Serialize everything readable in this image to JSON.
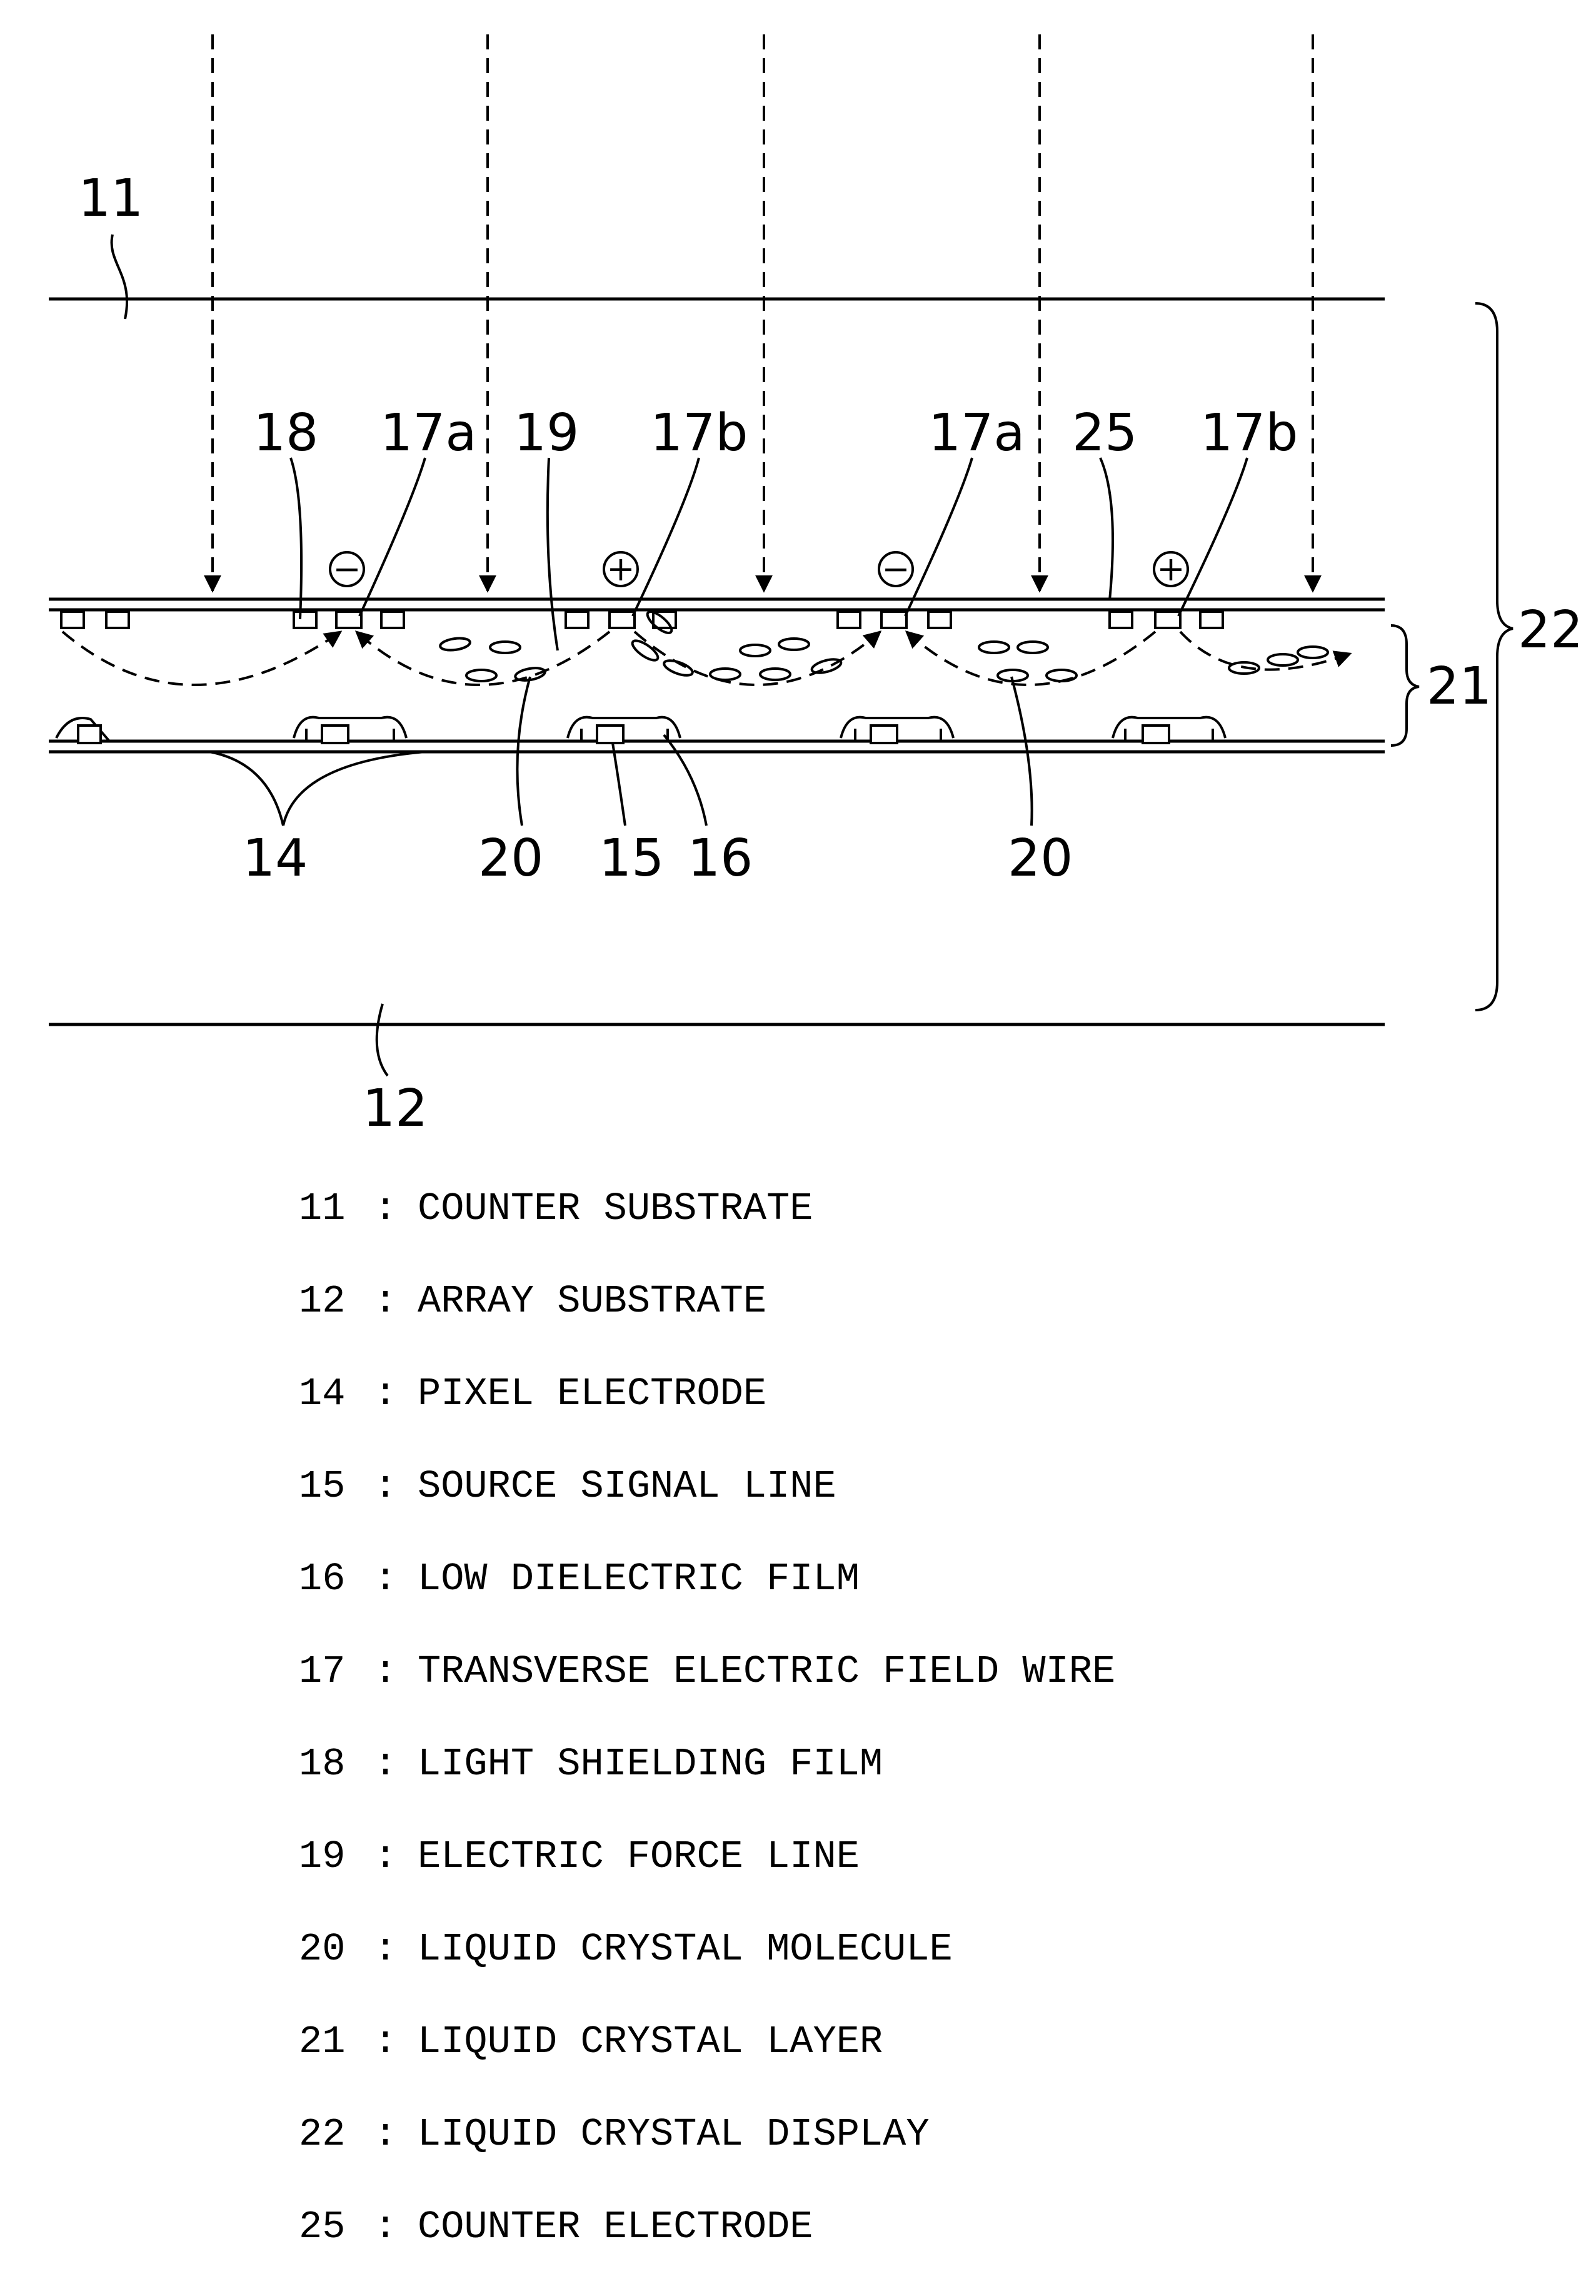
{
  "figure": {
    "reference_labels": {
      "r11": "11",
      "r12": "12",
      "r14": "14",
      "r15": "15",
      "r16": "16",
      "r17a_1": "17a",
      "r17a_2": "17a",
      "r17b_1": "17b",
      "r17b_2": "17b",
      "r18": "18",
      "r19": "19",
      "r20_1": "20",
      "r20_2": "20",
      "r21": "21",
      "r22": "22",
      "r25": "25"
    },
    "polarity_signs": {
      "minus": "−",
      "plus": "+"
    }
  },
  "legend": [
    {
      "code": "11",
      "sep": ":",
      "text": "COUNTER SUBSTRATE"
    },
    {
      "code": "12",
      "sep": ":",
      "text": "ARRAY SUBSTRATE"
    },
    {
      "code": "14",
      "sep": ":",
      "text": "PIXEL ELECTRODE"
    },
    {
      "code": "15",
      "sep": ":",
      "text": "SOURCE SIGNAL LINE"
    },
    {
      "code": "16",
      "sep": ":",
      "text": "LOW DIELECTRIC FILM"
    },
    {
      "code": "17",
      "sep": ":",
      "text": "TRANSVERSE ELECTRIC FIELD WIRE"
    },
    {
      "code": "18",
      "sep": ":",
      "text": "LIGHT SHIELDING FILM"
    },
    {
      "code": "19",
      "sep": ":",
      "text": "ELECTRIC FORCE LINE"
    },
    {
      "code": "20",
      "sep": ":",
      "text": "LIQUID CRYSTAL MOLECULE"
    },
    {
      "code": "21",
      "sep": ":",
      "text": "LIQUID CRYSTAL LAYER"
    },
    {
      "code": "22",
      "sep": ":",
      "text": "LIQUID CRYSTAL DISPLAY"
    },
    {
      "code": "25",
      "sep": ":",
      "text": "COUNTER ELECTRODE"
    }
  ]
}
